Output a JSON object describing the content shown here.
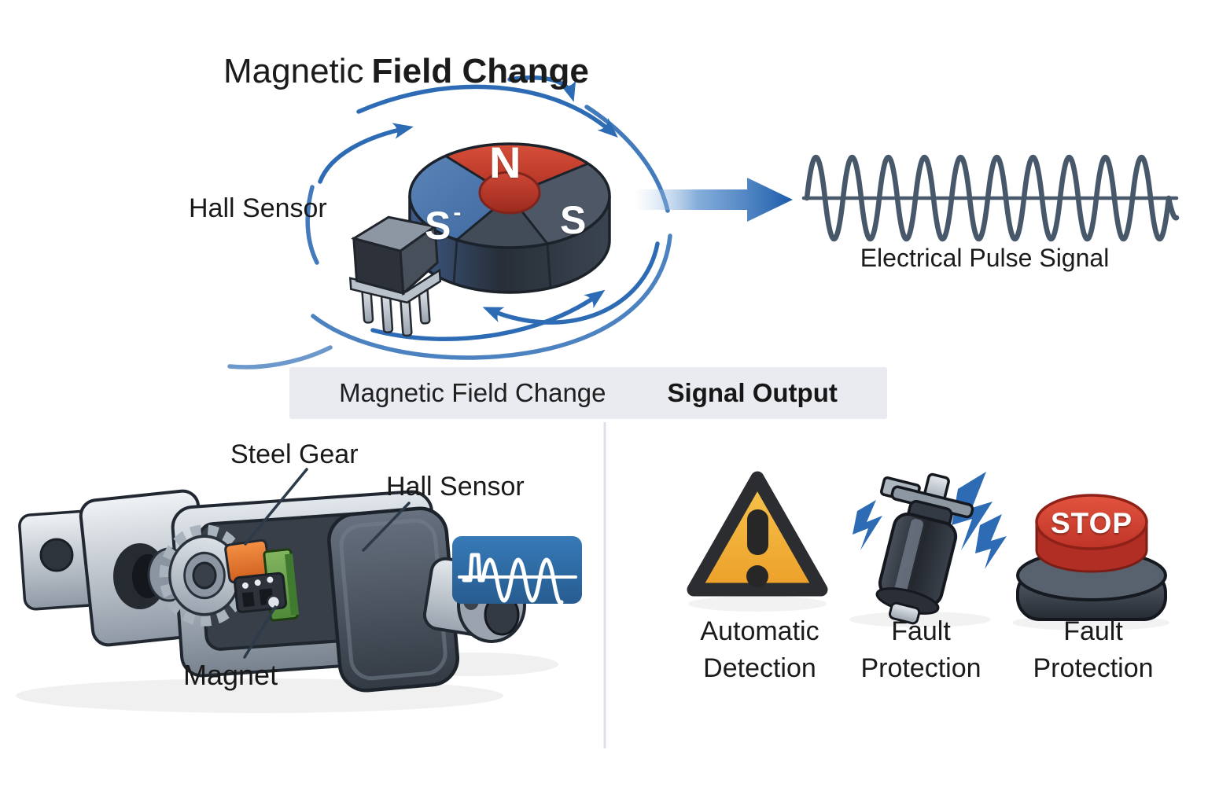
{
  "top_section": {
    "title_regular": "Magnetic",
    "title_bold": "Field Change",
    "hall_sensor_label": "Hall Sensor",
    "magnet": {
      "north": "N",
      "south_left": "S",
      "south_left_mark": "-",
      "south_right": "S"
    },
    "pulse_label": "Electrical Pulse Signal"
  },
  "banner": {
    "left_text": "Magnetic Field Change",
    "right_text": "Signal Output"
  },
  "actuator_section": {
    "steel_gear_label": "Steel Gear",
    "hall_sensor_label": "Hall Sensor",
    "magnet_label": "Magnet"
  },
  "features": [
    {
      "icon": "warning-triangle-icon",
      "line1": "Automatic",
      "line2": "Detection"
    },
    {
      "icon": "motor-fault-icon",
      "line1": "Fault",
      "line2": "Protection"
    },
    {
      "icon": "stop-button-icon",
      "stop_text": "STOP",
      "line1": "Fault",
      "line2": "Protection"
    }
  ],
  "colors": {
    "field_arc_blue": "#2d6cb5",
    "wave_slate": "#47586a",
    "banner_bg": "#e9ebf1",
    "banner_arrow_red": "#d6452a",
    "magnet_red": "#c0392b",
    "magnet_blue": "#4a74ad",
    "magnet_gray": "#4d5765",
    "warning_yellow": "#f2b437",
    "stop_red": "#d43a2f",
    "badge_blue": "#2e6ca8",
    "gear_orange": "#e8742a",
    "pcb_green": "#5d9e4a"
  }
}
